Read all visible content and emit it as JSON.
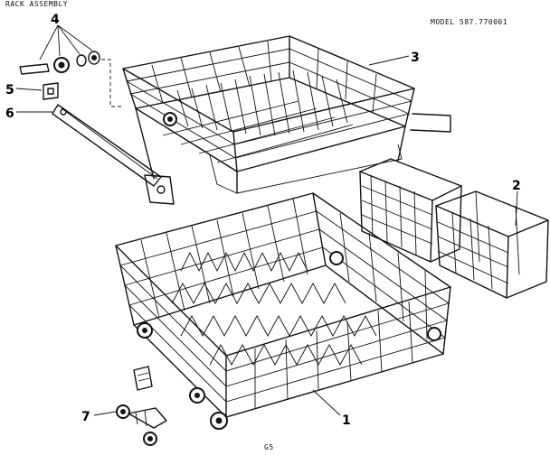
{
  "header": {
    "title": "RACK ASSEMBLY",
    "model": "MODEL 587.770001"
  },
  "footer": {
    "page_code": "G5"
  },
  "callouts": [
    "1",
    "2",
    "3",
    "4",
    "5",
    "6",
    "7"
  ],
  "parts": [
    {
      "callout": "1",
      "part": "lower-dish-rack"
    },
    {
      "callout": "2",
      "part": "silverware-basket"
    },
    {
      "callout": "3",
      "part": "upper-dish-rack"
    },
    {
      "callout": "4",
      "part": "rack-roller-stud-assembly"
    },
    {
      "callout": "5",
      "part": "track-end-stop"
    },
    {
      "callout": "6",
      "part": "rack-track"
    },
    {
      "callout": "7",
      "part": "lower-rack-roller"
    }
  ]
}
